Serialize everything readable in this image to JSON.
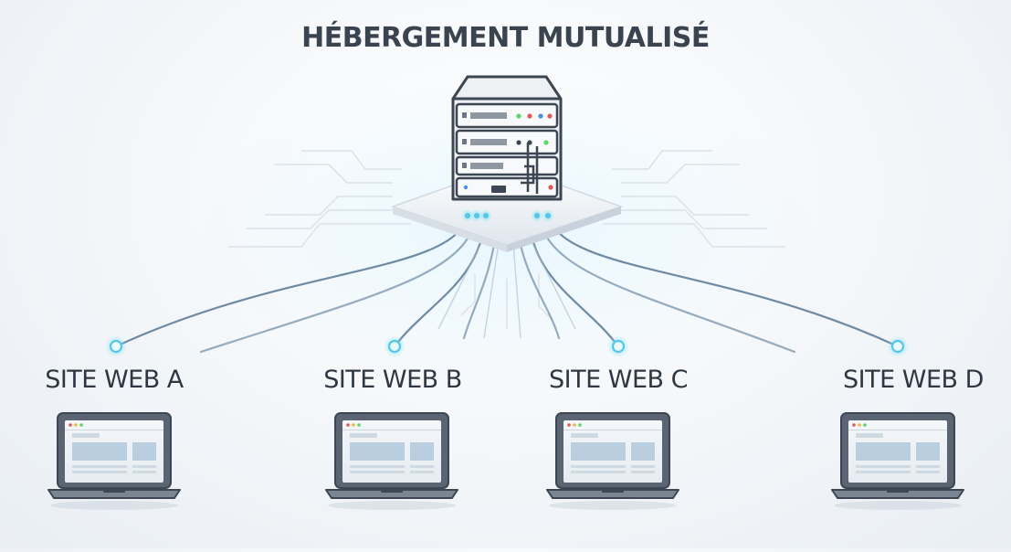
{
  "diagram": {
    "title": "HÉBERGEMENT MUTUALISÉ",
    "server_icon": "server-rack-icon",
    "sites": [
      {
        "label": "SITE WEB A",
        "icon": "laptop-icon"
      },
      {
        "label": "SITE WEB B",
        "icon": "laptop-icon"
      },
      {
        "label": "SITE WEB C",
        "icon": "laptop-icon"
      },
      {
        "label": "SITE WEB D",
        "icon": "laptop-icon"
      }
    ]
  },
  "colors": {
    "cable": "#6f8aa3",
    "glow": "#6fd6f0",
    "screen": "#5a6472",
    "server_body": "#eef1f4",
    "server_outline": "#3d4653",
    "text": "#2f3742"
  }
}
